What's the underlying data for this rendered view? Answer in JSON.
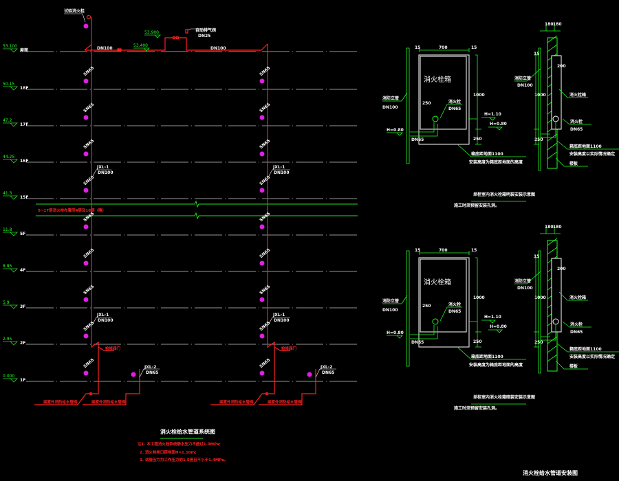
{
  "colors": {
    "pipe": "#ff2020",
    "hydrant": "#e020e0",
    "level": "#20e020",
    "floorline": "#c8c8c8",
    "detail": "#20ff20",
    "text": "#ffffff"
  },
  "system": {
    "title": "消火栓给水管道系统图",
    "roof_valve_label": "试验消火栓",
    "top_elev_1": "53.900",
    "top_elev_2": "53.400",
    "exhaust_label": "自动排气阀",
    "exhaust_size": "DN25",
    "pipe_size_top": "DN100",
    "riser_left": "JXL-1",
    "riser_right": "JXL-1",
    "riser_size": "DN100",
    "hydrant_tag": "SN65",
    "break_note": "5~17层消火栓布置同4层及18层（略）",
    "floors": [
      {
        "elev": "53.100",
        "name": "屋面"
      },
      {
        "elev": "50.15",
        "name": "18F"
      },
      {
        "elev": "47.2",
        "name": "17F"
      },
      {
        "elev": "44.25",
        "name": "16F"
      },
      {
        "elev": "41.3",
        "name": "15F"
      },
      {
        "elev": "11.8",
        "name": "5F"
      },
      {
        "elev": "8.85",
        "name": "4F"
      },
      {
        "elev": "5.9",
        "name": "3F"
      },
      {
        "elev": "2.95",
        "name": "2F"
      },
      {
        "elev": "0.000",
        "name": "1F"
      }
    ],
    "valve_label": "检修阀门",
    "ground_riser_label": "JXL-2",
    "ground_riser_size": "DN65",
    "inlet_left_a": "接室外消防给水管网",
    "inlet_left_b": "接室外消防给水管网",
    "inlet_right_a": "接室外消防给水管网",
    "inlet_right_b": "接室外消防给水管网",
    "notes": [
      "注1. 本工程消火栓系统静水压力不超过1.0MPa;",
      "2. 消火栓栓口距地面H=1.10m;",
      "3. 试验压力为工作压力的1.5倍且不小于1.4MPa。"
    ]
  },
  "details": [
    {
      "title": "单栓室内消火栓箱明装安装示意图",
      "subtitle": "施工时须预留安装孔洞。",
      "box_label": "消火栓箱",
      "width": "700",
      "height": "1000",
      "bottom": "250",
      "side": "15",
      "inlet_dim": "250",
      "valve": "消火栓",
      "valve_size": "DN65",
      "h1": "H=1.10",
      "h2": "H=0.80",
      "h3": "H=0.80",
      "pipe": "消防立管",
      "pipe_size": "DN100",
      "branch": "DN65",
      "note1": "箱底距地面1100",
      "note2": "安装高度为箱底距地面的高度",
      "side_dims": [
        "180",
        "180",
        "200",
        "1000",
        "250",
        "15"
      ],
      "side_labels": [
        "消防立管",
        "DN100",
        "消火栓箱",
        "消火栓",
        "DN65",
        "箱底距地面1100",
        "安装高度以实际情况确定",
        "楼板"
      ]
    },
    {
      "title": "单栓室内消火栓箱暗装安装示意图",
      "subtitle": "施工时须预留安装孔洞。",
      "box_label": "消火栓箱",
      "width": "700",
      "height": "1000",
      "bottom": "250",
      "side": "15",
      "inlet_dim": "250",
      "valve": "消火栓",
      "valve_size": "DN65",
      "h1": "H=1.10",
      "h2": "H=0.80",
      "h3": "H=0.80",
      "pipe": "消防立管",
      "pipe_size": "DN100",
      "branch": "DN65",
      "note1": "箱底距地面1100",
      "note2": "安装高度为箱底距地面的高度",
      "side_dims": [
        "180",
        "180",
        "200",
        "1000",
        "250",
        "15"
      ],
      "side_labels": [
        "消防立管",
        "DN100",
        "消火栓箱",
        "消火栓",
        "DN65",
        "箱底距地面1100",
        "安装高度以实际情况确定",
        "楼板"
      ]
    }
  ],
  "footer_title": "消火栓给水管道安装图"
}
